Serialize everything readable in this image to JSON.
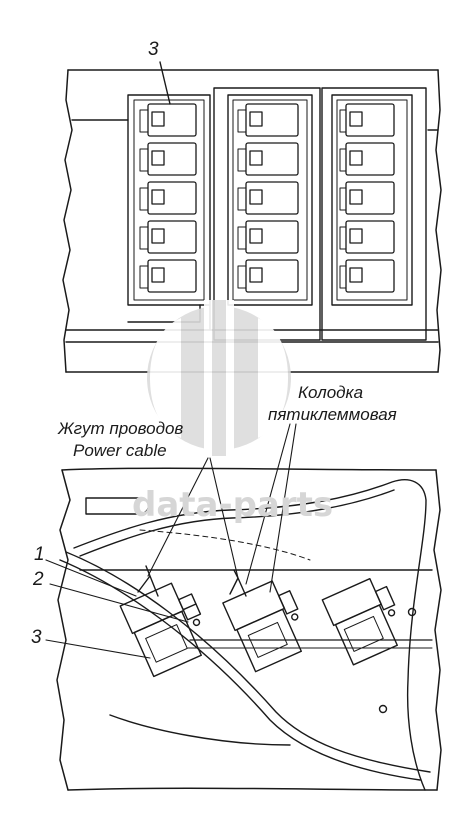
{
  "labels": {
    "ref_3_top": "3",
    "kolodka_line1": "Колодка",
    "kolodka_line2": "пятиклеммовая",
    "zhgut": "Жгут проводов",
    "power_cable": "Power cable",
    "ref_1": "1",
    "ref_2": "2",
    "ref_3_bottom": "3"
  },
  "watermark": {
    "text": "data-parts",
    "logo": "dp-logo-icon"
  },
  "colors": {
    "line": "#1a1a1a",
    "watermark": "#d6d6d6"
  }
}
